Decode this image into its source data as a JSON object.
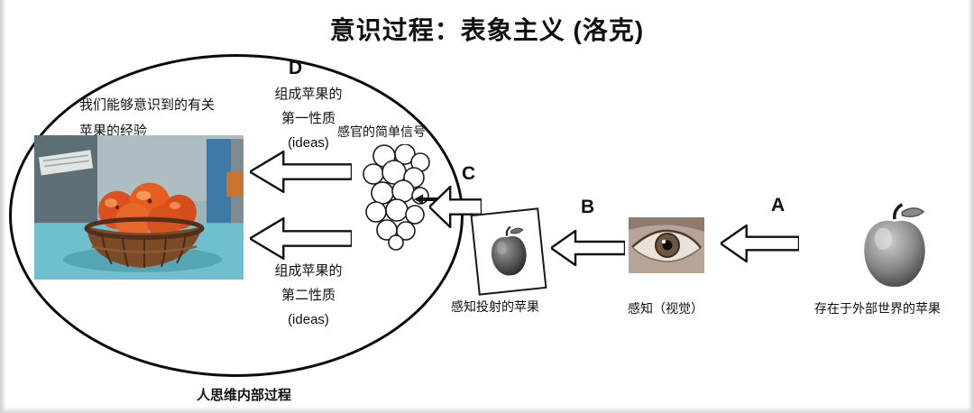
{
  "title": "意识过程：表象主义 (洛克)",
  "labels": {
    "a": "A",
    "b": "B",
    "c": "C",
    "d": "D"
  },
  "mind": {
    "experience_line1": "我们能够意识到的有关",
    "experience_line2": "苹果的经验",
    "primary": {
      "line1": "组成苹果的",
      "line2": "第一性质",
      "line3": "(ideas)"
    },
    "secondary": {
      "line1": "组成苹果的",
      "line2": "第二性质",
      "line3": "(ideas)"
    },
    "bottom_label": "人思维内部过程"
  },
  "signals": {
    "label": "感官的简单信号"
  },
  "projection": {
    "label": "感知投射的苹果"
  },
  "perception": {
    "label": "感知（视觉）"
  },
  "external": {
    "label": "存在于外部世界的苹果"
  },
  "colors": {
    "ink": "#0b0b0b",
    "apple_orange": "#e2571f",
    "basket_brown": "#7b4a26",
    "counter_teal": "#6fc0cf"
  }
}
